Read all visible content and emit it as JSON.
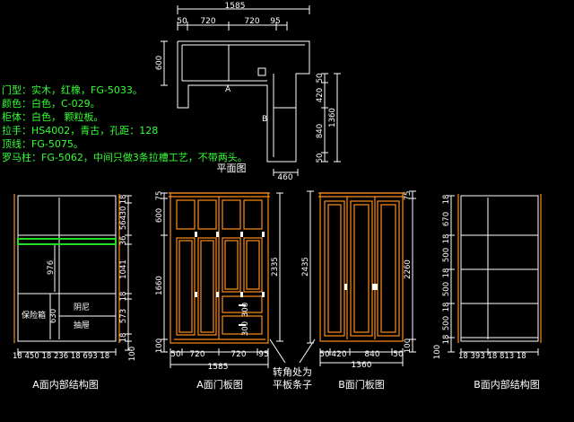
{
  "plan": {
    "width_total": "1585",
    "seg_left": "50",
    "seg_a1": "720",
    "seg_a2": "720",
    "seg_right": "95",
    "depth_left": "600",
    "label_a": "A",
    "label_b": "B",
    "v_top": "50",
    "v_420": "420",
    "v_840": "840",
    "v_bottom": "50",
    "v_total": "1360",
    "depth_b": "460",
    "title": "平面图"
  },
  "specs": [
    "门型：实木，红橡，FG-5033。",
    "颜色：白色，C-029。",
    "柜体：白色，  颗粒板。",
    "拉手：HS4002，青古，孔距：128",
    "顶线：FG-5075。",
    "罗马柱：FG-5062，中间只做3条拉槽工艺，不带两头。"
  ],
  "view_interior_a": {
    "title": "A面内部结构图",
    "v_dims": [
      "18",
      "30",
      "564",
      "36",
      "1041",
      "18",
      "573",
      "18",
      "100"
    ],
    "mid_label": "976",
    "drawer_label": "630",
    "safe_label": "保险箱",
    "drawer_text_1": "阴尼",
    "drawer_text_2": "抽屉",
    "bottom_dims": "18 450 18 236 18   693   18"
  },
  "view_door_a": {
    "title": "A面门板图",
    "left_dims": [
      "75",
      "600",
      "1660",
      "100"
    ],
    "height": "2335",
    "inner_300_a": "300",
    "inner_300_b": "300",
    "bottom_segs": [
      "50",
      "720",
      "720",
      "95"
    ],
    "total": "1585"
  },
  "note": {
    "line1": "转角处为",
    "line2": "平板条子"
  },
  "view_door_b": {
    "title": "B面门板图",
    "height_left": "2435",
    "top_dim": "75",
    "height_right": "2260",
    "bottom_dim": "100",
    "bottom_segs": [
      "50",
      "420",
      "840",
      "50"
    ],
    "total": "1360"
  },
  "view_interior_b": {
    "title": "B面内部结构图",
    "v_dims": [
      "18",
      "670",
      "18",
      "500",
      "18",
      "500",
      "18",
      "500",
      "18",
      "100"
    ],
    "bottom_dims": "18 393 18   813   18"
  },
  "colors": {
    "background": "#000000",
    "door_outline": "#ff8c1a",
    "cabinet_outline": "#ffffff",
    "specs_text": "#33ff33",
    "hanging_rod": "#22dd22"
  }
}
